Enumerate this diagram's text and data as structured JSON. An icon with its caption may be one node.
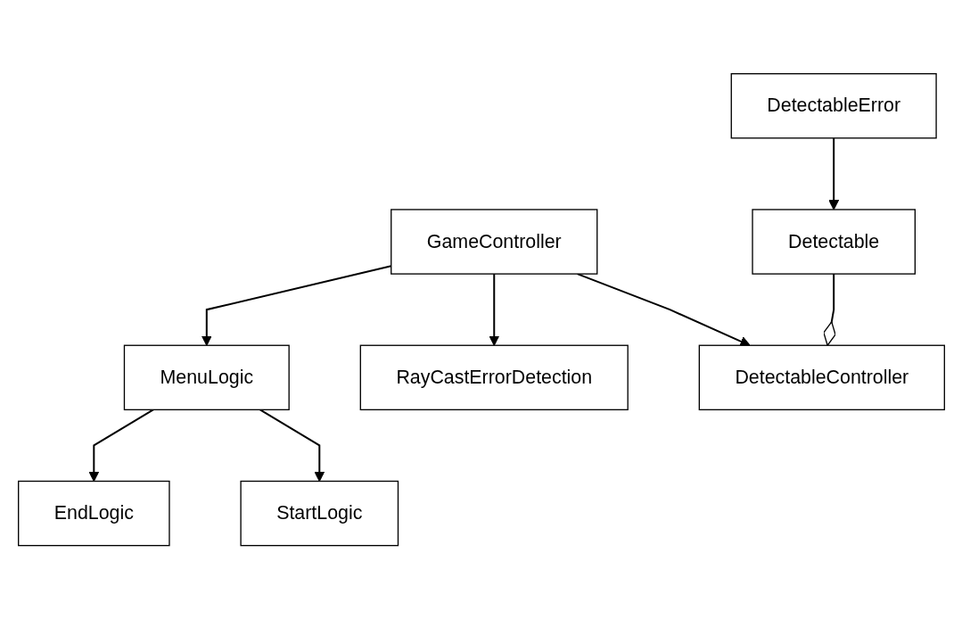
{
  "diagram": {
    "nodes": [
      {
        "text": [
          "EndLogic"
        ]
      },
      {
        "text": [
          "StartLogic"
        ]
      },
      {
        "text": [
          "MenuLogic"
        ]
      },
      {
        "text": [
          "GameController"
        ]
      },
      {
        "text": [
          "RayCastErrorDetection"
        ]
      },
      {
        "text": [
          "DetectableController"
        ]
      },
      {
        "text": [
          "Detectable"
        ]
      },
      {
        "text": [
          "DetectableError"
        ]
      }
    ],
    "edges": [
      {
        "from": 2,
        "to": 0,
        "arrow": "to"
      },
      {
        "from": 2,
        "to": 1,
        "arrow": "to"
      },
      {
        "from": 3,
        "to": 2,
        "arrow": "to"
      },
      {
        "from": 3,
        "to": 4,
        "arrow": "to"
      },
      {
        "from": 3,
        "to": 5,
        "arrow": "to"
      },
      {
        "from": 6,
        "to": 5,
        "arrow": "other"
      },
      {
        "from": 7,
        "to": 6,
        "arrow": "to"
      }
    ]
  }
}
